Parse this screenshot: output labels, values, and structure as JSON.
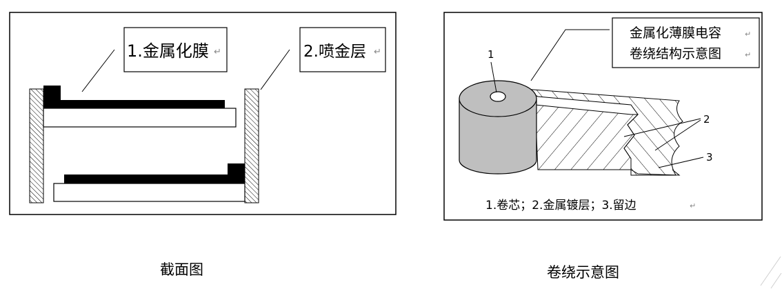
{
  "left_panel": {
    "label_metal_film": "1.金属化膜",
    "label_spray_gold": "2.喷金层",
    "return_mark": "↵",
    "caption": "截面图"
  },
  "right_panel": {
    "title_line1": "金属化薄膜电容",
    "title_line2": "卷绕结构示意图",
    "return_mark": "↵",
    "num1": "1",
    "num2": "2",
    "num3": "3",
    "legend": "1.卷芯；2.金属镀层；3.留边",
    "caption": "卷绕示意图"
  },
  "colors": {
    "line": "#000000",
    "core_fill": "#bfbfbf",
    "hatch": "#000000"
  }
}
